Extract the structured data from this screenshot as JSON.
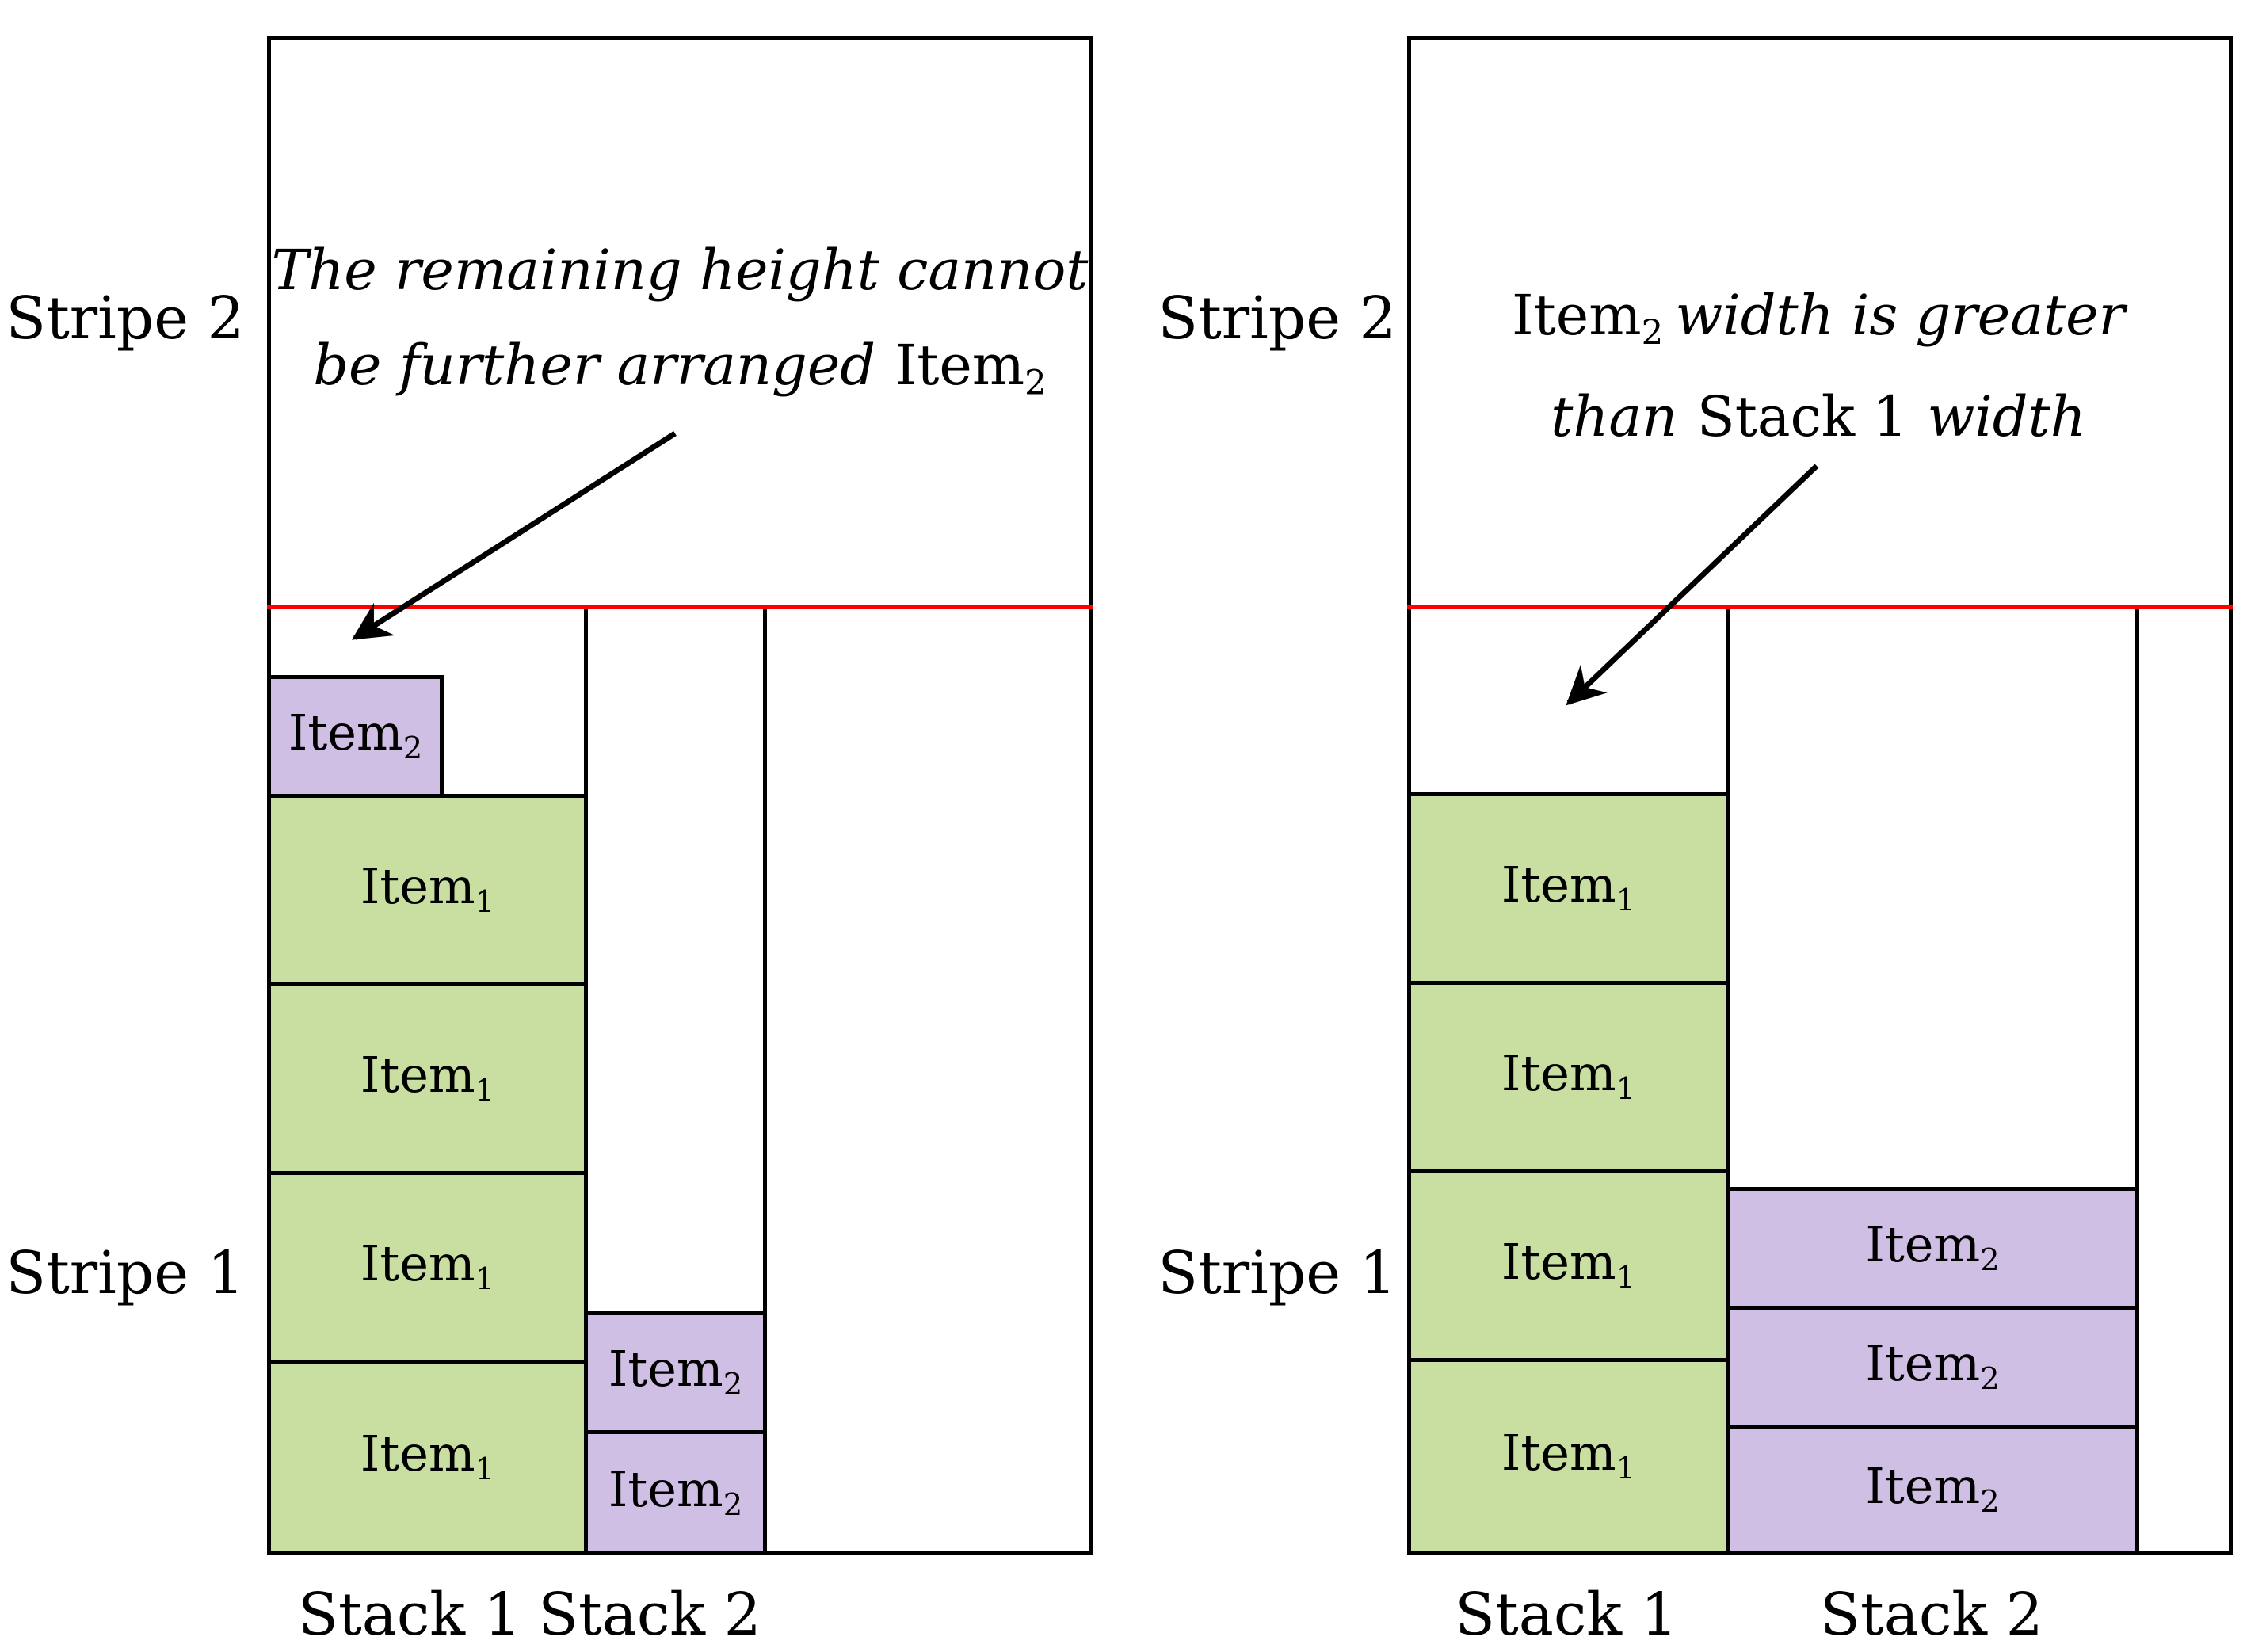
{
  "colors": {
    "item1_green": "#c8dfa1",
    "item2_purple": "#cfbfe5",
    "divider_red": "#fa0000",
    "line_black": "#000000"
  },
  "left_figure": {
    "stripe2_label": "Stripe 2",
    "stripe1_label": "Stripe 1",
    "stack1_label": "Stack 1",
    "stack2_label": "Stack 2",
    "annotation": {
      "line1": "The remaining height cannot",
      "line2_italic": "be further arranged",
      "line2_item_word": "Item",
      "line2_item_subscript": "2"
    },
    "stack1_top_item": {
      "t": "Item",
      "s": "2"
    },
    "stack1_items": [
      {
        "t": "Item",
        "s": "1"
      },
      {
        "t": "Item",
        "s": "1"
      },
      {
        "t": "Item",
        "s": "1"
      },
      {
        "t": "Item",
        "s": "1"
      }
    ],
    "stack2_items": [
      {
        "t": "Item",
        "s": "2"
      },
      {
        "t": "Item",
        "s": "2"
      }
    ]
  },
  "right_figure": {
    "stripe2_label": "Stripe 2",
    "stripe1_label": "Stripe 1",
    "stack1_label": "Stack 1",
    "stack2_label": "Stack 2",
    "annotation": {
      "line1_item_word": "Item",
      "line1_item_subscript": "2",
      "line1_italic": "width is greater",
      "line2_italic_pre": "than",
      "line2_stack_word": "Stack 1",
      "line2_italic_post": "width"
    },
    "stack1_items": [
      {
        "t": "Item",
        "s": "1"
      },
      {
        "t": "Item",
        "s": "1"
      },
      {
        "t": "Item",
        "s": "1"
      },
      {
        "t": "Item",
        "s": "1"
      }
    ],
    "stack2_items": [
      {
        "t": "Item",
        "s": "2"
      },
      {
        "t": "Item",
        "s": "2"
      },
      {
        "t": "Item",
        "s": "2"
      }
    ]
  }
}
